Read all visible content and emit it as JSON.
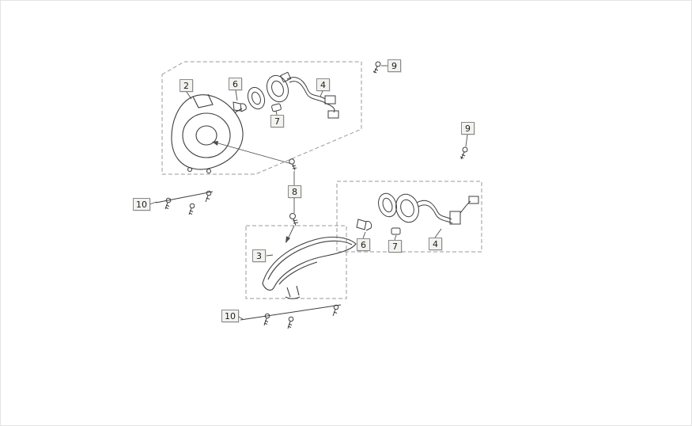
{
  "diagram": {
    "kind": "exploded-parts-diagram",
    "colors": {
      "background": "#ffffff",
      "line_art": "#3d3d3d",
      "boundary_dashed": "#9a9a9a",
      "callout_border": "#8a8a8a",
      "callout_fill": "#f2f2ef",
      "callout_text": "#1c1c1c"
    },
    "callouts": [
      {
        "label": "2",
        "part": "headlight-housing"
      },
      {
        "label": "6",
        "part": "headlight-bulb-upper"
      },
      {
        "label": "7",
        "part": "bulb-plug-upper"
      },
      {
        "label": "4",
        "part": "wiring-harness-upper"
      },
      {
        "label": "9",
        "part": "screw-top-right"
      },
      {
        "label": "9",
        "part": "screw-middle-right"
      },
      {
        "label": "8",
        "part": "adjuster-bolt"
      },
      {
        "label": "10",
        "part": "screw-set-left"
      },
      {
        "label": "3",
        "part": "headlight-lens"
      },
      {
        "label": "6",
        "part": "headlight-bulb-lower"
      },
      {
        "label": "7",
        "part": "bulb-plug-lower"
      },
      {
        "label": "4",
        "part": "wiring-harness-lower"
      },
      {
        "label": "10",
        "part": "screw-set-bottom"
      }
    ]
  }
}
